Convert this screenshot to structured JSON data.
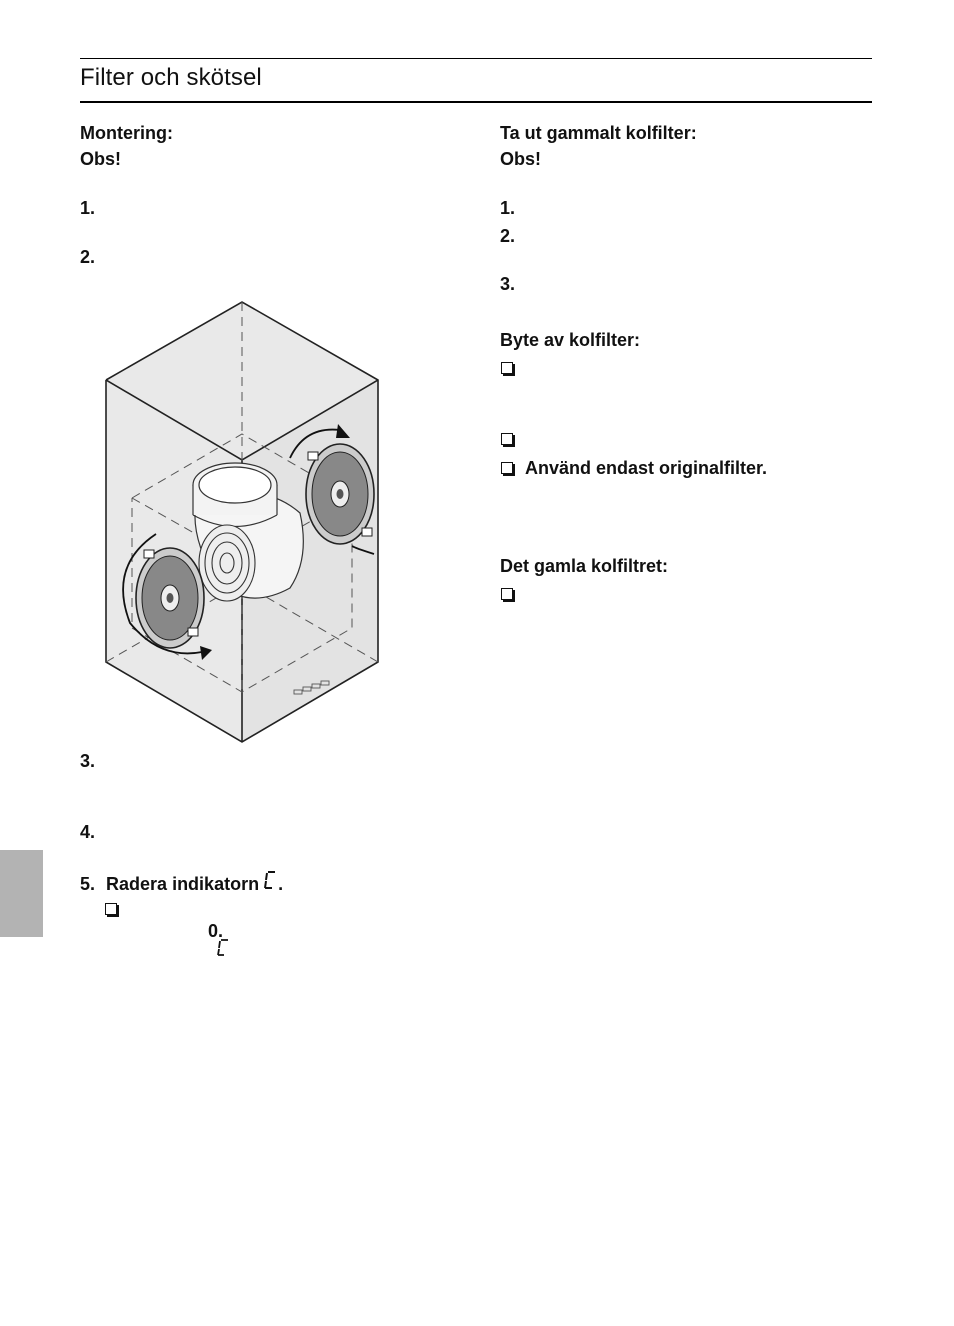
{
  "page": {
    "title": "Filter och skötsel"
  },
  "left": {
    "heading": "Montering:",
    "obs": "Obs!",
    "steps": [
      "1.",
      "2.",
      "3.",
      "4.",
      "5."
    ],
    "step5_text": "Radera indikatorn",
    "step5_period": ".",
    "sub_value": "0."
  },
  "right": {
    "heading_remove": "Ta ut gammalt kolfilter:",
    "obs": "Obs!",
    "steps": [
      "1.",
      "2.",
      "3."
    ],
    "heading_change": "Byte av kolfilter:",
    "bullet_original": "Använd endast originalfilter.",
    "heading_old": "Det gamla kolfiltret:"
  },
  "illustration": {
    "icon": "hood-filter-installation-diagram"
  },
  "colors": {
    "panel": "#e9e9e9",
    "sidetab": "#b3b3b3",
    "ink": "#111111"
  }
}
